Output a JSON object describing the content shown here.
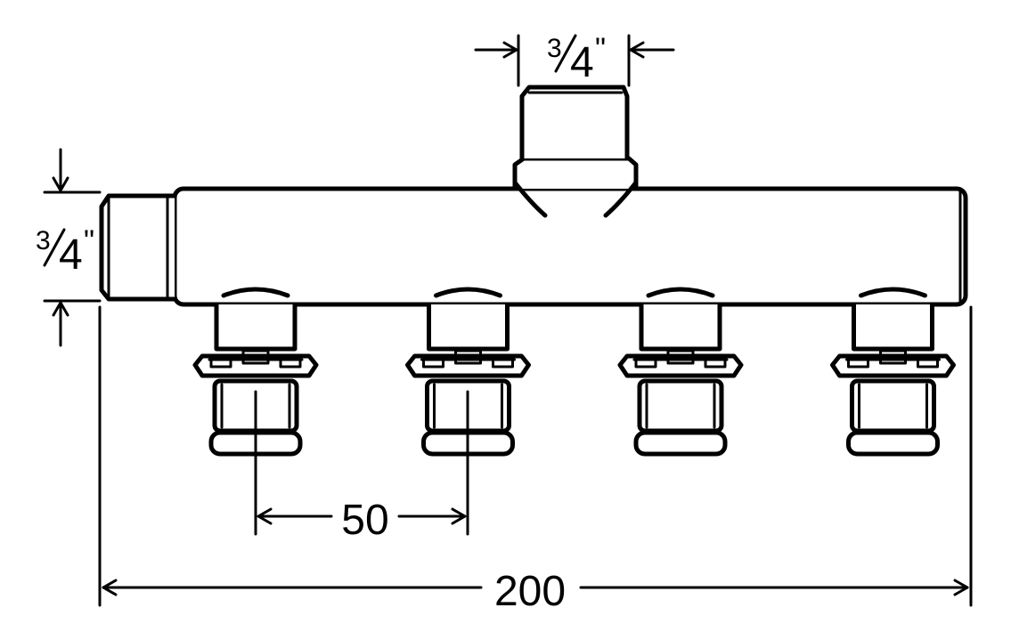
{
  "diagram": {
    "top_port": {
      "numerator": "3",
      "denominator": "4",
      "mark": "\""
    },
    "side_port": {
      "numerator": "3",
      "denominator": "4",
      "mark": "\""
    },
    "spacing_label": "50",
    "total_length_label": "200",
    "outlet_count": 4
  }
}
